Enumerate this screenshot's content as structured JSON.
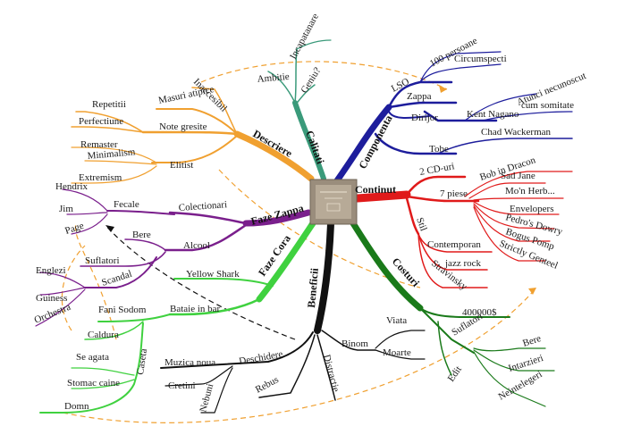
{
  "center": {
    "label": "",
    "image": "album-cover"
  },
  "colors": {
    "componenta": "#1d1d9c",
    "continut": "#e01a1a",
    "costuri": "#1a7a1a",
    "beneficii": "#111111",
    "faze_cora": "#3fd13f",
    "faze_zappa": "#7a1f8c",
    "descriere": "#f0a030",
    "calitati": "#3a9a7a",
    "link": "#f0a030"
  },
  "branches": {
    "componenta": {
      "title": "Componenta",
      "lso": "LSO",
      "lso_100": "100 persoane",
      "lso_circ": "Circumspecti",
      "zappa": "Zappa",
      "dirijor": "Dirijor",
      "kent": "Kent Nagano",
      "atunci": "Atunci necunoscut",
      "cum": "cum somitate",
      "tobe": "Tobe",
      "chad": "Chad Wackerman"
    },
    "continut": {
      "title": "Continut",
      "cd": "2 CD-uri",
      "piese": "7 piese",
      "bob": "Bob in Dracon",
      "sad": "Sad Jane",
      "mon": "Mo'n Herb...",
      "env": "Envelopers",
      "pedro": "Pedro's Dowry",
      "bogus": "Bogus Pomp",
      "strictly": "Strictly Genteel",
      "stil": "Stil",
      "contemporan": "Contemporan",
      "jazz": "jazz rock",
      "strav": "Stravinsky"
    },
    "costuri": {
      "title": "Costuri",
      "amount": "400000$",
      "suflatori": "Suflatori",
      "bere": "Bere",
      "intarzieri": "Intarzieri",
      "neint": "Neintelegeri",
      "edit": "Edit"
    },
    "beneficii": {
      "title": "Beneficii",
      "binom": "Binom",
      "viata": "Viata",
      "moarte": "Moarte",
      "distractie": "Distractie",
      "rebus": "Rebus",
      "deschidere": "Deschidere",
      "muzica": "Muzica noua",
      "cretini": "Cretini",
      "nebuni": "Nebuni"
    },
    "faze_cora": {
      "title": "Faze Cora",
      "yellow": "Yellow Shark",
      "bataie": "Bataie in bar",
      "fani": "Fani Sodom",
      "caldura": "Caldura",
      "caseta": "Caseta",
      "seagata": "Se agata",
      "stomac": "Stomac caine",
      "domn": "Domn"
    },
    "faze_zappa": {
      "title": "Faze Zappa",
      "colectionari": "Colectionari",
      "fecale": "Fecale",
      "hendrix": "Hendrix",
      "jim": "Jim",
      "page": "Page",
      "alcool": "Alcool",
      "bere": "Bere",
      "suflatori": "Suflatori",
      "scandal": "Scandal",
      "englezi": "Englezi",
      "guiness": "Guiness",
      "orchestra": "Orchestra"
    },
    "descriere": {
      "title": "Descriere",
      "inaccesibil": "Inaccesibil",
      "masuri": "Masuri atipice",
      "note": "Note gresite",
      "repetitii": "Repetitii",
      "perfectiune": "Perfectiune",
      "elitist": "Elitist",
      "remaster": "Remaster",
      "minimalism": "Minimalism",
      "extremism": "Extremism"
    },
    "calitati": {
      "title": "Calitati",
      "ambitie": "Ambitie",
      "incap": "Incapatanare",
      "geniu": "Geniu?"
    }
  }
}
